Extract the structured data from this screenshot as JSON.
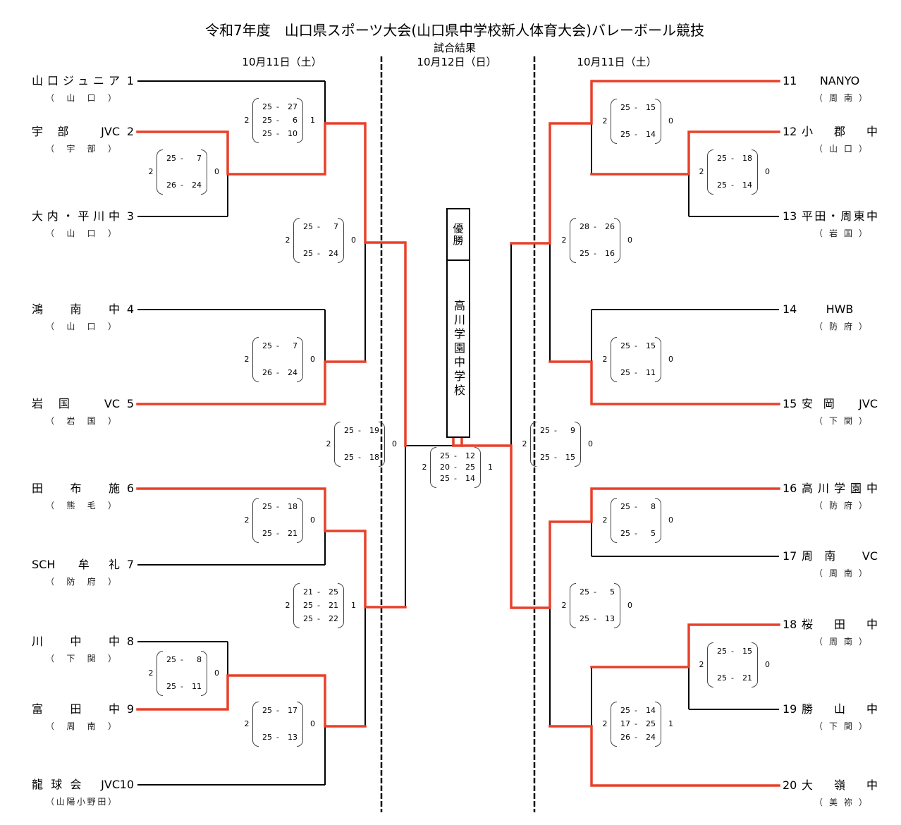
{
  "title": "令和7年度　山口県スポーツ大会(山口県中学校新人体育大会)バレーボール競技",
  "subtitle": "試合結果",
  "dates": {
    "left": "10月11日（土）",
    "center": "10月12日（日）",
    "right": "10月11日（土）"
  },
  "labels": {
    "set_separator": "-",
    "champion_label": "優勝"
  },
  "champion": "高川学園中学校",
  "colors": {
    "winner_line": "#E8402A",
    "loser_line": "#000000"
  },
  "teams": [
    {
      "no": "1",
      "name": "山口ジュニア",
      "region": "（山口）"
    },
    {
      "no": "2",
      "name": "宇部 JVC",
      "region": "（宇部）"
    },
    {
      "no": "3",
      "name": "大内・平川中",
      "region": "（山口）"
    },
    {
      "no": "4",
      "name": "鴻南中",
      "region": "（山口）"
    },
    {
      "no": "5",
      "name": "岩国 VC",
      "region": "（岩国）"
    },
    {
      "no": "6",
      "name": "田布施",
      "region": "（熊毛）"
    },
    {
      "no": "7",
      "name": "SCH 牟礼",
      "region": "（防府）"
    },
    {
      "no": "8",
      "name": "川中中",
      "region": "（下関）"
    },
    {
      "no": "9",
      "name": "富田中",
      "region": "（周南）"
    },
    {
      "no": "10",
      "name": "龍球会 JVC",
      "region": "（山陽小野田）"
    },
    {
      "no": "11",
      "name": "NANYO",
      "region": "（周南）"
    },
    {
      "no": "12",
      "name": "小郡中",
      "region": "（山口）"
    },
    {
      "no": "13",
      "name": "平田・周東中",
      "region": "（岩国）"
    },
    {
      "no": "14",
      "name": "HWB",
      "region": "（防府）"
    },
    {
      "no": "15",
      "name": "安岡 JVC",
      "region": "（下関）"
    },
    {
      "no": "16",
      "name": "高川学園中",
      "region": "（防府）"
    },
    {
      "no": "17",
      "name": "周南 VC",
      "region": "（周南）"
    },
    {
      "no": "18",
      "name": "桜田中",
      "region": "（周南）"
    },
    {
      "no": "19",
      "name": "勝山中",
      "region": "（下関）"
    },
    {
      "no": "20",
      "name": "大嶺中",
      "region": "（美祢）"
    }
  ],
  "matches": [
    {
      "teams": [
        2,
        3
      ],
      "winner": 2,
      "sets_won": [
        2,
        0
      ],
      "sets": [
        [
          25,
          7
        ],
        [
          26,
          24
        ]
      ]
    },
    {
      "teams": [
        1,
        2
      ],
      "winner": 2,
      "sets_won": [
        2,
        1
      ],
      "sets": [
        [
          25,
          27
        ],
        [
          25,
          6
        ],
        [
          25,
          10
        ]
      ]
    },
    {
      "teams": [
        4,
        5
      ],
      "winner": 5,
      "sets_won": [
        2,
        0
      ],
      "sets": [
        [
          25,
          7
        ],
        [
          26,
          24
        ]
      ]
    },
    {
      "teams": [
        2,
        5
      ],
      "winner": 2,
      "sets_won": [
        2,
        0
      ],
      "sets": [
        [
          25,
          7
        ],
        [
          25,
          24
        ]
      ]
    },
    {
      "teams": [
        6,
        7
      ],
      "winner": 6,
      "sets_won": [
        2,
        0
      ],
      "sets": [
        [
          25,
          18
        ],
        [
          25,
          21
        ]
      ]
    },
    {
      "teams": [
        8,
        9
      ],
      "winner": 9,
      "sets_won": [
        2,
        0
      ],
      "sets": [
        [
          25,
          8
        ],
        [
          25,
          11
        ]
      ]
    },
    {
      "teams": [
        9,
        10
      ],
      "winner": 9,
      "sets_won": [
        2,
        0
      ],
      "sets": [
        [
          25,
          17
        ],
        [
          25,
          13
        ]
      ]
    },
    {
      "teams": [
        6,
        9
      ],
      "winner": 6,
      "sets_won": [
        2,
        1
      ],
      "sets": [
        [
          21,
          25
        ],
        [
          25,
          21
        ],
        [
          25,
          22
        ]
      ]
    },
    {
      "teams": [
        2,
        6
      ],
      "winner": 2,
      "sets_won": [
        2,
        0
      ],
      "sets": [
        [
          25,
          19
        ],
        [
          25,
          18
        ]
      ]
    },
    {
      "teams": [
        2,
        16
      ],
      "winner": 16,
      "sets_won": [
        2,
        1
      ],
      "sets": [
        [
          25,
          12
        ],
        [
          20,
          25
        ],
        [
          25,
          14
        ]
      ]
    },
    {
      "teams": [
        12,
        13
      ],
      "winner": 12,
      "sets_won": [
        2,
        0
      ],
      "sets": [
        [
          25,
          18
        ],
        [
          25,
          14
        ]
      ]
    },
    {
      "teams": [
        11,
        12
      ],
      "winner": 11,
      "sets_won": [
        2,
        0
      ],
      "sets": [
        [
          25,
          15
        ],
        [
          25,
          14
        ]
      ]
    },
    {
      "teams": [
        14,
        15
      ],
      "winner": 15,
      "sets_won": [
        2,
        0
      ],
      "sets": [
        [
          25,
          15
        ],
        [
          25,
          11
        ]
      ]
    },
    {
      "teams": [
        11,
        15
      ],
      "winner": 11,
      "sets_won": [
        2,
        0
      ],
      "sets": [
        [
          28,
          26
        ],
        [
          25,
          16
        ]
      ]
    },
    {
      "teams": [
        16,
        17
      ],
      "winner": 16,
      "sets_won": [
        2,
        0
      ],
      "sets": [
        [
          25,
          8
        ],
        [
          25,
          5
        ]
      ]
    },
    {
      "teams": [
        18,
        19
      ],
      "winner": 18,
      "sets_won": [
        2,
        0
      ],
      "sets": [
        [
          25,
          15
        ],
        [
          25,
          21
        ]
      ]
    },
    {
      "teams": [
        18,
        20
      ],
      "winner": 20,
      "sets_won": [
        2,
        1
      ],
      "sets": [
        [
          25,
          14
        ],
        [
          17,
          25
        ],
        [
          26,
          24
        ]
      ]
    },
    {
      "teams": [
        16,
        20
      ],
      "winner": 16,
      "sets_won": [
        2,
        0
      ],
      "sets": [
        [
          25,
          5
        ],
        [
          25,
          13
        ]
      ]
    },
    {
      "teams": [
        11,
        16
      ],
      "winner": 16,
      "sets_won": [
        2,
        0
      ],
      "sets": [
        [
          25,
          9
        ],
        [
          25,
          15
        ]
      ]
    }
  ]
}
